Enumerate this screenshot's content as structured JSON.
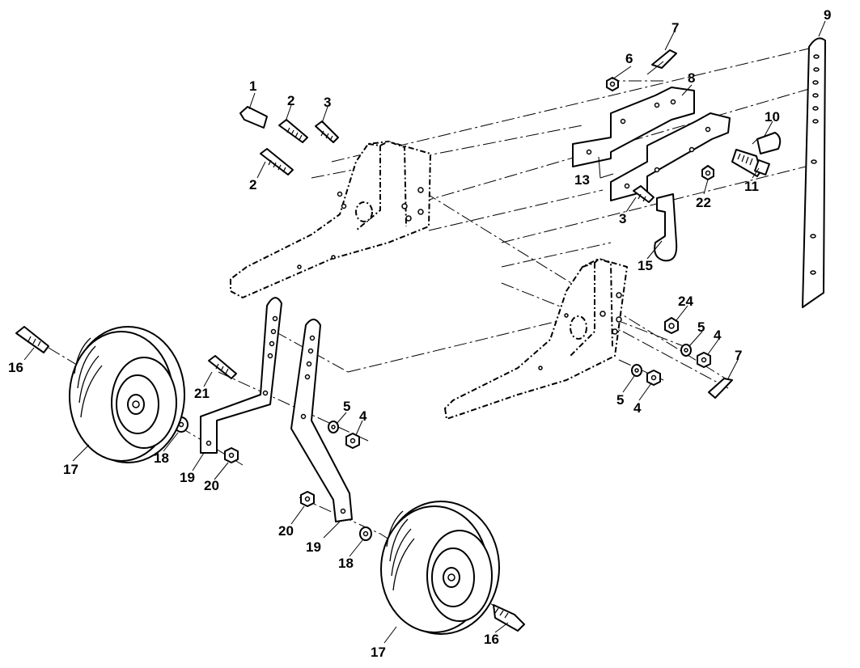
{
  "callouts": [
    {
      "id": "c1",
      "text": "1"
    },
    {
      "id": "c2a",
      "text": "2"
    },
    {
      "id": "c3a",
      "text": "3"
    },
    {
      "id": "c2b",
      "text": "2"
    },
    {
      "id": "c7a",
      "text": "7"
    },
    {
      "id": "c6",
      "text": "6"
    },
    {
      "id": "c8",
      "text": "8"
    },
    {
      "id": "c9",
      "text": "9"
    },
    {
      "id": "c10",
      "text": "10"
    },
    {
      "id": "c13",
      "text": "13"
    },
    {
      "id": "c11",
      "text": "11"
    },
    {
      "id": "c22",
      "text": "22"
    },
    {
      "id": "c3b",
      "text": "3"
    },
    {
      "id": "c15",
      "text": "15"
    },
    {
      "id": "c24",
      "text": "24"
    },
    {
      "id": "c5a",
      "text": "5"
    },
    {
      "id": "c4a",
      "text": "4"
    },
    {
      "id": "c7b",
      "text": "7"
    },
    {
      "id": "c5b",
      "text": "5"
    },
    {
      "id": "c4b",
      "text": "4"
    },
    {
      "id": "c16a",
      "text": "16"
    },
    {
      "id": "c21",
      "text": "21"
    },
    {
      "id": "c5c",
      "text": "5"
    },
    {
      "id": "c4c",
      "text": "4"
    },
    {
      "id": "c17a",
      "text": "17"
    },
    {
      "id": "c18a",
      "text": "18"
    },
    {
      "id": "c19a",
      "text": "19"
    },
    {
      "id": "c20a",
      "text": "20"
    },
    {
      "id": "c20b",
      "text": "20"
    },
    {
      "id": "c19b",
      "text": "19"
    },
    {
      "id": "c18b",
      "text": "18"
    },
    {
      "id": "c16b",
      "text": "16"
    },
    {
      "id": "c17b",
      "text": "17"
    }
  ]
}
